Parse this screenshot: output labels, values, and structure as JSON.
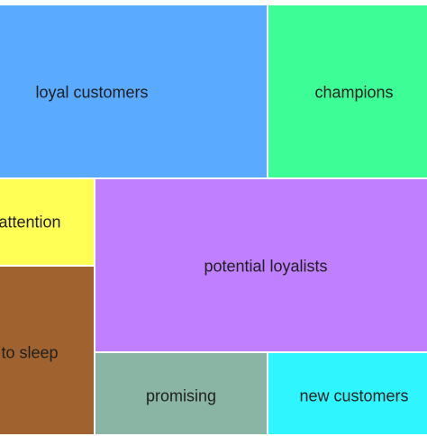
{
  "chart_data": {
    "type": "treemap",
    "title": "",
    "segments": [
      {
        "name": "loyal customers",
        "label": "loyal customers",
        "color": "#5aaaff"
      },
      {
        "name": "champions",
        "label": "champions",
        "color": "#3dfe96"
      },
      {
        "name": "needing attention",
        "label": "attention",
        "color": "#ffff55"
      },
      {
        "name": "potential loyalists",
        "label": "potential loyalists",
        "color": "#c07fff"
      },
      {
        "name": "about to sleep",
        "label": "to sleep",
        "color": "#a0632f"
      },
      {
        "name": "promising",
        "label": "promising",
        "color": "#8ab4a4"
      },
      {
        "name": "new customers",
        "label": "new customers",
        "color": "#2ff5ff"
      }
    ]
  }
}
